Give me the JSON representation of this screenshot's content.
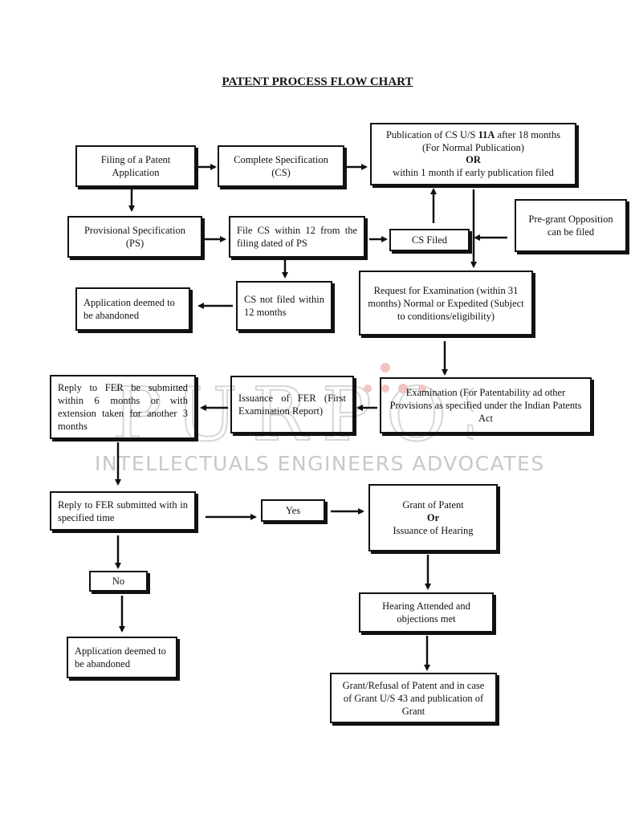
{
  "title": "PATENT PROCESS FLOW CHART",
  "watermark": {
    "logo_text": "PURPOSE",
    "tagline": "INTELLECTUALS ENGINEERS ADVOCATES",
    "accent_color": "#f0b8b8"
  },
  "nodes": {
    "filing": "Filing of a Patent Application",
    "complete_spec": "Complete Specification (CS)",
    "publication": {
      "line1_pre": "Publication of CS U/S ",
      "line1_bold": "11A",
      "line1_post": " after 18 months (For Normal Publication)",
      "or": "OR",
      "line2": "within 1 month if early publication filed"
    },
    "provisional_spec": "Provisional Specification (PS)",
    "file_cs": "File CS within 12 from the filing dated of PS",
    "cs_filed": "CS Filed",
    "pre_grant": "Pre-grant Opposition can be filed",
    "cs_not_filed": "CS not filed within 12 months",
    "abandoned_1": "Application deemed to be abandoned",
    "request_exam": "Request for Examination (within 31 months) Normal or Expedited (Subject to conditions/eligibility)",
    "examination": "Examination (For Patentability ad other Provisions as specified under the Indian Patents Act",
    "issuance_fer": "Issuance of FER (First Examination Report)",
    "reply_fer": "Reply to FER be submitted within 6 months or with extension taken for another 3 months",
    "reply_submitted": "Reply to FER submitted with in specified time",
    "yes": "Yes",
    "grant": {
      "line1": "Grant of Patent",
      "or": "Or",
      "line2": "Issuance of Hearing"
    },
    "no": "No",
    "hearing": "Hearing Attended and objections met",
    "abandoned_2": "Application deemed to be abandoned",
    "final": "Grant/Refusal of Patent and in case of Grant U/S 43 and publication of Grant"
  }
}
